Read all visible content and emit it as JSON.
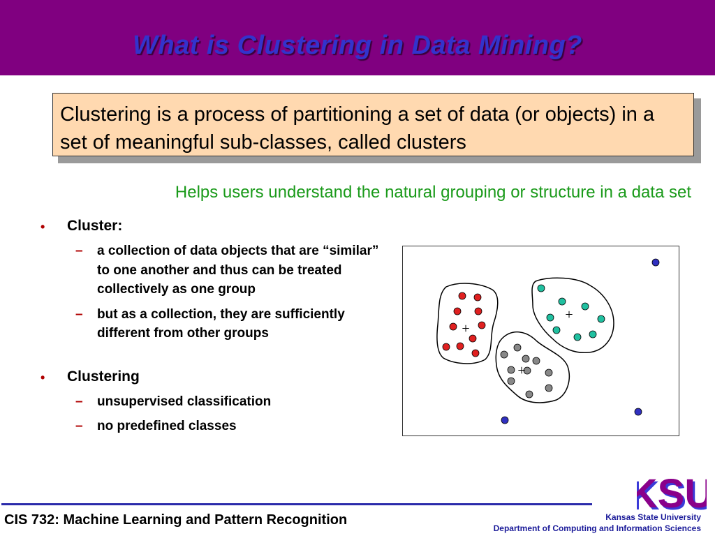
{
  "header": {
    "title": "What is Clustering in Data Mining?"
  },
  "definition": {
    "text": "Clustering is a process of partitioning a set of data (or objects) in a set of meaningful sub-classes, called clusters"
  },
  "subtitle": "Helps users understand the natural grouping or structure in a data set",
  "bullets": [
    {
      "label": "Cluster:",
      "subitems": [
        "a collection of data objects that are “similar” to one another and thus can be treated collectively as one group",
        "but as a collection, they are sufficiently different from other groups"
      ]
    },
    {
      "label": "Clustering",
      "subitems": [
        "unsupervised classification",
        "no predefined classes"
      ]
    }
  ],
  "markers": {
    "bullet": "•",
    "dash": "–",
    "centroid": "+"
  },
  "footer": {
    "course": "CIS 732: Machine Learning and Pattern Recognition",
    "university": "Kansas State University",
    "department": "Department of Computing and Information Sciences",
    "logo": "KSU"
  },
  "colors": {
    "title_bar": "#800080",
    "title_text": "#3333cc",
    "definition_bg": "#ffd9b0",
    "subtitle": "#1a9a1a",
    "bullet_marker": "#b00000",
    "footer_text": "#1a1a99"
  },
  "icons": {
    "logo": "ksu-logo"
  }
}
